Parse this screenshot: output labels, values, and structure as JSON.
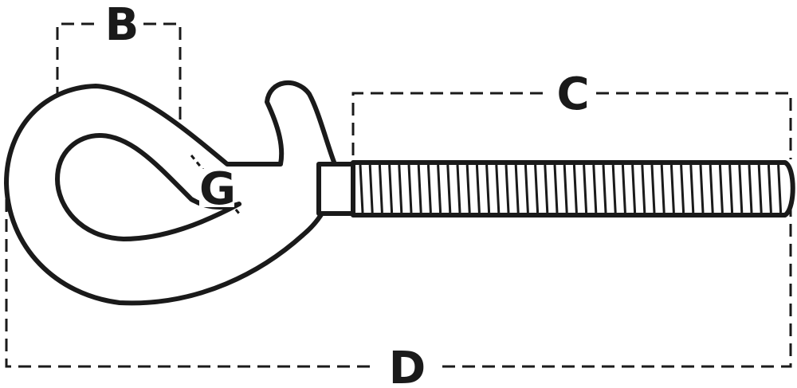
{
  "dimensions": {
    "B": "B",
    "C": "C",
    "D": "D",
    "G": "G"
  },
  "colors": {
    "line": "#1a1a1a",
    "background": "#ffffff"
  }
}
